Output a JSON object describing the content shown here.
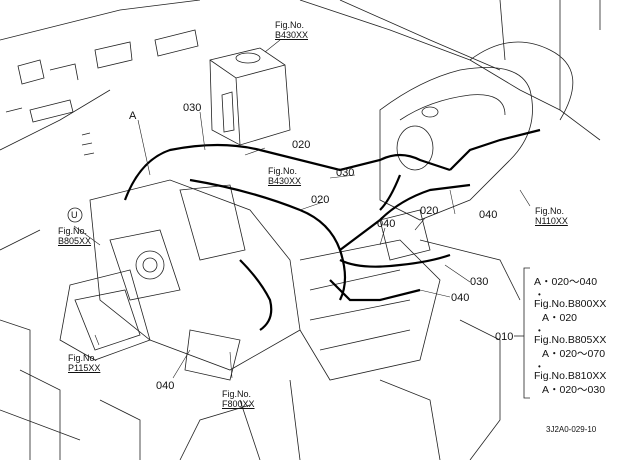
{
  "parts": {
    "p030_top": "030",
    "p020_top": "020",
    "p030_mid": "030",
    "p020_mid": "020",
    "p020_right": "020",
    "p040_right": "040",
    "p040_mid": "040",
    "p030_low": "030",
    "p040_low": "040",
    "p040_bottom": "040",
    "p010": "010",
    "ref_A": "A",
    "ref_U": "U"
  },
  "figs": {
    "b430_top": {
      "fig": "Fig.No.",
      "code": "B430XX"
    },
    "b430_mid": {
      "fig": "Fig.No.",
      "code": "B430XX"
    },
    "n110": {
      "fig": "Fig.No.",
      "code": "N110XX"
    },
    "b805": {
      "fig": "Fig.No.",
      "code": "B805XX"
    },
    "p115": {
      "fig": "Fig.No.",
      "code": "P115XX"
    },
    "f800": {
      "fig": "Fig.No.",
      "code": "F800XX"
    }
  },
  "legend": {
    "line1": "A・020～040",
    "line2": "Fig.No.B800XX",
    "line3": "A・020",
    "line4": "Fig.No.B805XX",
    "line5": "A・020～070",
    "line6": "Fig.No.B810XX",
    "line7": "A・020～030",
    "dot": "•"
  },
  "drawing_id": "3J2A0-029-10"
}
